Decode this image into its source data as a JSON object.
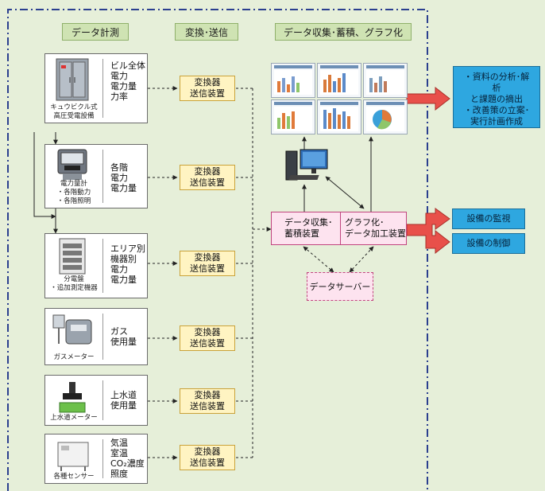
{
  "headers": {
    "measure": "データ計測",
    "convert": "変換･送信",
    "collect": "データ収集･蓄積、グラフ化"
  },
  "devices": [
    {
      "caption": "キュウビクル式\n高圧受電設備",
      "label": "ビル全体\n電力\n電力量\n力率",
      "icon": "cubicle-icon"
    },
    {
      "caption": "電力量計\n・各階動力\n・各階照明",
      "label": "各階\n電力\n電力量",
      "icon": "power-meter-icon"
    },
    {
      "caption": "分電盤\n・追加測定機器",
      "label": "エリア別\n機器別\n電力\n電力量",
      "icon": "distribution-board-icon"
    },
    {
      "caption": "ガスメーター",
      "label": "ガス\n使用量",
      "icon": "gas-meter-icon"
    },
    {
      "caption": "上水道メーター",
      "label": "上水道\n使用量",
      "icon": "water-meter-icon"
    },
    {
      "caption": "各種センサー",
      "label": "気温\n室温\nCO₂濃度\n照度",
      "icon": "sensor-icon"
    }
  ],
  "converter_label": "変換器\n送信装置",
  "collect_box": {
    "left": "データ収集･\n蓄積装置",
    "right": "グラフ化･\nデータ加工装置"
  },
  "server_label": "データサーバー",
  "analysis_text": "・資料の分析･解析\nと課題の摘出\n・改善策の立案･\n実行計画作成",
  "outputs": [
    "設備の監視",
    "設備の制御"
  ],
  "colors": {
    "background": "#e6efd9",
    "border_dash": "#2b3f8f",
    "arrow_red": "#e8504a",
    "output_blue": "#2ea7e0"
  }
}
